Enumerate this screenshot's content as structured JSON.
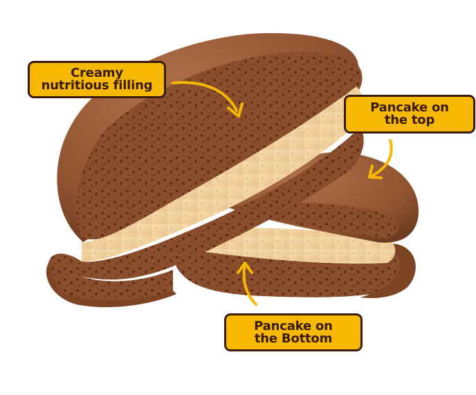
{
  "image": {
    "subject": "Cut-open dorayaki pancakes with cream filling",
    "colors": {
      "background": "#ffffff",
      "label_fill": "#f6b800",
      "label_border": "#3a1a0c",
      "label_text": "#3a1a0c",
      "arrow": "#f6b800",
      "pancake_crust": "#9a5a35",
      "pancake_crumb": "#8a4f2d",
      "filling": "#f2d3a0"
    }
  },
  "labels": {
    "filling": {
      "line1": "Creamy",
      "line2": "nutritious filling"
    },
    "top": {
      "line1": "Pancake on",
      "line2": "the top"
    },
    "bottom": {
      "line1": "Pancake on",
      "line2": "the Bottom"
    }
  }
}
